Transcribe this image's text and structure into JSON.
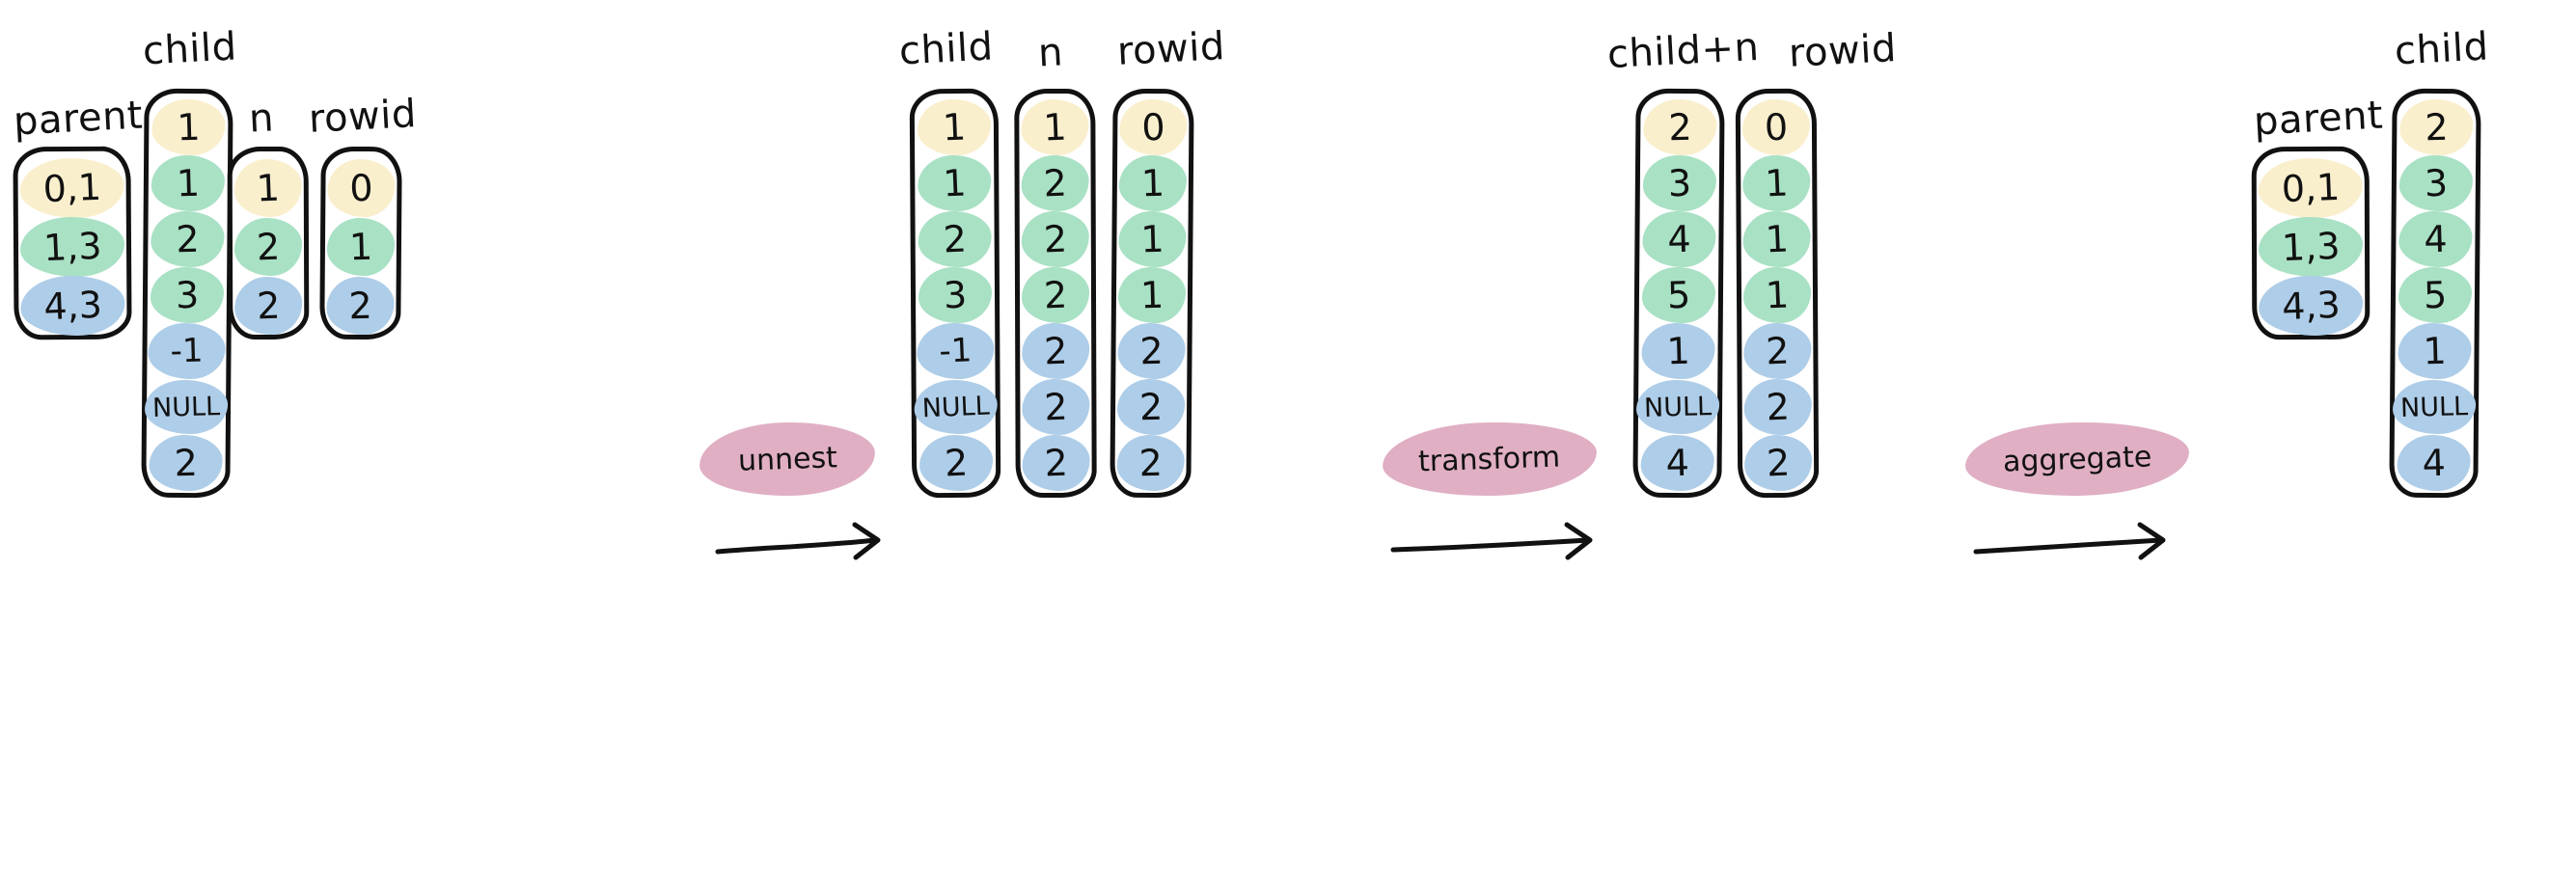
{
  "diagram": {
    "title": "unnest / transform / aggregate pipeline",
    "background": "#ffffff",
    "palette": {
      "yellow": "#faefcd",
      "green": "#a9e1c4",
      "blue": "#aecde8",
      "pink": "#e0afc4",
      "ink": "#111111"
    }
  },
  "stages": [
    {
      "id": "stage-1",
      "columns": [
        {
          "id": "parent-1",
          "header": "parent",
          "cells": [
            {
              "value": "0,1",
              "color": "yellow"
            },
            {
              "value": "1,3",
              "color": "green"
            },
            {
              "value": "4,3",
              "color": "blue"
            }
          ]
        },
        {
          "id": "child-1",
          "header": "child",
          "cells": [
            {
              "value": "1",
              "color": "yellow"
            },
            {
              "value": "1",
              "color": "green"
            },
            {
              "value": "2",
              "color": "green"
            },
            {
              "value": "3",
              "color": "green"
            },
            {
              "value": "-1",
              "color": "blue"
            },
            {
              "value": "NULL",
              "color": "blue"
            },
            {
              "value": "2",
              "color": "blue"
            }
          ]
        },
        {
          "id": "n-1",
          "header": "n",
          "cells": [
            {
              "value": "1",
              "color": "yellow"
            },
            {
              "value": "2",
              "color": "green"
            },
            {
              "value": "2",
              "color": "blue"
            }
          ]
        },
        {
          "id": "rowid-1",
          "header": "rowid",
          "cells": [
            {
              "value": "0",
              "color": "yellow"
            },
            {
              "value": "1",
              "color": "green"
            },
            {
              "value": "2",
              "color": "blue"
            }
          ]
        }
      ]
    },
    {
      "id": "stage-2",
      "columns": [
        {
          "id": "child-2",
          "header": "child",
          "cells": [
            {
              "value": "1",
              "color": "yellow"
            },
            {
              "value": "1",
              "color": "green"
            },
            {
              "value": "2",
              "color": "green"
            },
            {
              "value": "3",
              "color": "green"
            },
            {
              "value": "-1",
              "color": "blue"
            },
            {
              "value": "NULL",
              "color": "blue"
            },
            {
              "value": "2",
              "color": "blue"
            }
          ]
        },
        {
          "id": "n-2",
          "header": "n",
          "cells": [
            {
              "value": "1",
              "color": "yellow"
            },
            {
              "value": "2",
              "color": "green"
            },
            {
              "value": "2",
              "color": "green"
            },
            {
              "value": "2",
              "color": "green"
            },
            {
              "value": "2",
              "color": "blue"
            },
            {
              "value": "2",
              "color": "blue"
            },
            {
              "value": "2",
              "color": "blue"
            }
          ]
        },
        {
          "id": "rowid-2",
          "header": "rowid",
          "cells": [
            {
              "value": "0",
              "color": "yellow"
            },
            {
              "value": "1",
              "color": "green"
            },
            {
              "value": "1",
              "color": "green"
            },
            {
              "value": "1",
              "color": "green"
            },
            {
              "value": "2",
              "color": "blue"
            },
            {
              "value": "2",
              "color": "blue"
            },
            {
              "value": "2",
              "color": "blue"
            }
          ]
        }
      ]
    },
    {
      "id": "stage-3",
      "columns": [
        {
          "id": "childplusn-3",
          "header": "child+n",
          "cells": [
            {
              "value": "2",
              "color": "yellow"
            },
            {
              "value": "3",
              "color": "green"
            },
            {
              "value": "4",
              "color": "green"
            },
            {
              "value": "5",
              "color": "green"
            },
            {
              "value": "1",
              "color": "blue"
            },
            {
              "value": "NULL",
              "color": "blue"
            },
            {
              "value": "4",
              "color": "blue"
            }
          ]
        },
        {
          "id": "rowid-3",
          "header": "rowid",
          "cells": [
            {
              "value": "0",
              "color": "yellow"
            },
            {
              "value": "1",
              "color": "green"
            },
            {
              "value": "1",
              "color": "green"
            },
            {
              "value": "1",
              "color": "green"
            },
            {
              "value": "2",
              "color": "blue"
            },
            {
              "value": "2",
              "color": "blue"
            },
            {
              "value": "2",
              "color": "blue"
            }
          ]
        }
      ]
    },
    {
      "id": "stage-4",
      "columns": [
        {
          "id": "parent-4",
          "header": "parent",
          "cells": [
            {
              "value": "0,1",
              "color": "yellow"
            },
            {
              "value": "1,3",
              "color": "green"
            },
            {
              "value": "4,3",
              "color": "blue"
            }
          ]
        },
        {
          "id": "child-4",
          "header": "child",
          "cells": [
            {
              "value": "2",
              "color": "yellow"
            },
            {
              "value": "3",
              "color": "green"
            },
            {
              "value": "4",
              "color": "green"
            },
            {
              "value": "5",
              "color": "green"
            },
            {
              "value": "1",
              "color": "blue"
            },
            {
              "value": "NULL",
              "color": "blue"
            },
            {
              "value": "4",
              "color": "blue"
            }
          ]
        }
      ]
    }
  ],
  "operations": [
    {
      "id": "op-unnest",
      "label": "unnest"
    },
    {
      "id": "op-transform",
      "label": "transform"
    },
    {
      "id": "op-aggregate",
      "label": "aggregate"
    }
  ]
}
